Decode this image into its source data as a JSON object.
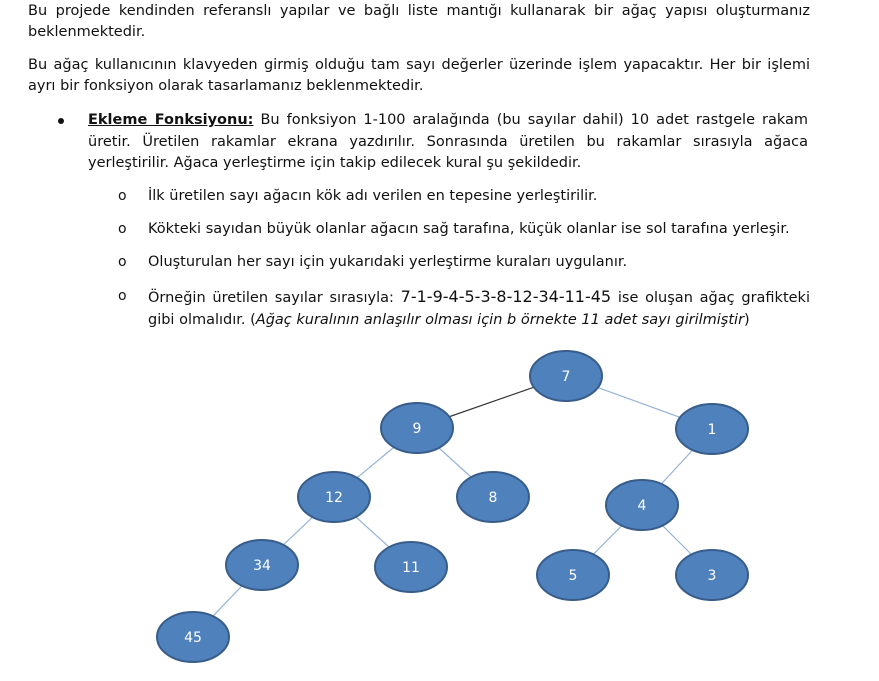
{
  "paragraphs": [
    "Bu projede kendinden referanslı yapılar ve bağlı liste mantığı kullanarak bir ağaç yapısı oluşturmanız beklenmektedir.",
    "Bu ağaç kullanıcının klavyeden girmiş olduğu tam sayı değerler üzerinde işlem yapacaktır. Her bir işlemi ayrı bir fonksiyon olarak tasarlamanız beklenmektedir."
  ],
  "bullet": {
    "heading": "Ekleme Fonksiyonu:",
    "text": " Bu fonksiyon 1-100 aralağında (bu sayılar dahil) 10 adet rastgele rakam üretir. Üretilen rakamlar ekrana yazdırılır. Sonrasında üretilen bu rakamlar sırasıyla ağaca yerleştirilir. Ağaca yerleştirme için takip edilecek kural şu şekildedir."
  },
  "sub_marker": "o",
  "sub_items": [
    "İlk üretilen sayı ağacın kök adı verilen en tepesine yerleştirilir.",
    "Kökteki sayıdan büyük olanlar ağacın sağ tarafına, küçük olanlar ise sol tarafına yerleşir.",
    "Oluşturulan her sayı için yukarıdaki yerleştirme kuraları uygulanır."
  ],
  "example_item": {
    "lead": "Örneğin üretilen sayılar sırasıyla: ",
    "sequence": "7-1-9-4-5-3-8-12-34-11-45",
    "tail": " ise oluşan ağaç grafikteki gibi olmalıdır. (",
    "italic": "Ağaç kuralının anlaşılır olması için b örnekte 11 adet sayı girilmiştir",
    "close": ")"
  },
  "tree": {
    "node_color": "#4f81bd",
    "node_stroke": "#385d8a",
    "edge_color": "#95b3d7",
    "root_edge_color": "#333333",
    "nodes": [
      {
        "id": "n7",
        "label": "7"
      },
      {
        "id": "n9",
        "label": "9"
      },
      {
        "id": "n1",
        "label": "1"
      },
      {
        "id": "n12",
        "label": "12"
      },
      {
        "id": "n8",
        "label": "8"
      },
      {
        "id": "n4",
        "label": "4"
      },
      {
        "id": "n34",
        "label": "34"
      },
      {
        "id": "n11",
        "label": "11"
      },
      {
        "id": "n5",
        "label": "5"
      },
      {
        "id": "n3",
        "label": "3"
      },
      {
        "id": "n45",
        "label": "45"
      }
    ],
    "edges": [
      {
        "from": "n7",
        "to": "n9"
      },
      {
        "from": "n7",
        "to": "n1"
      },
      {
        "from": "n9",
        "to": "n12"
      },
      {
        "from": "n9",
        "to": "n8"
      },
      {
        "from": "n1",
        "to": "n4"
      },
      {
        "from": "n12",
        "to": "n34"
      },
      {
        "from": "n12",
        "to": "n11"
      },
      {
        "from": "n4",
        "to": "n5"
      },
      {
        "from": "n4",
        "to": "n3"
      },
      {
        "from": "n34",
        "to": "n45"
      }
    ]
  }
}
